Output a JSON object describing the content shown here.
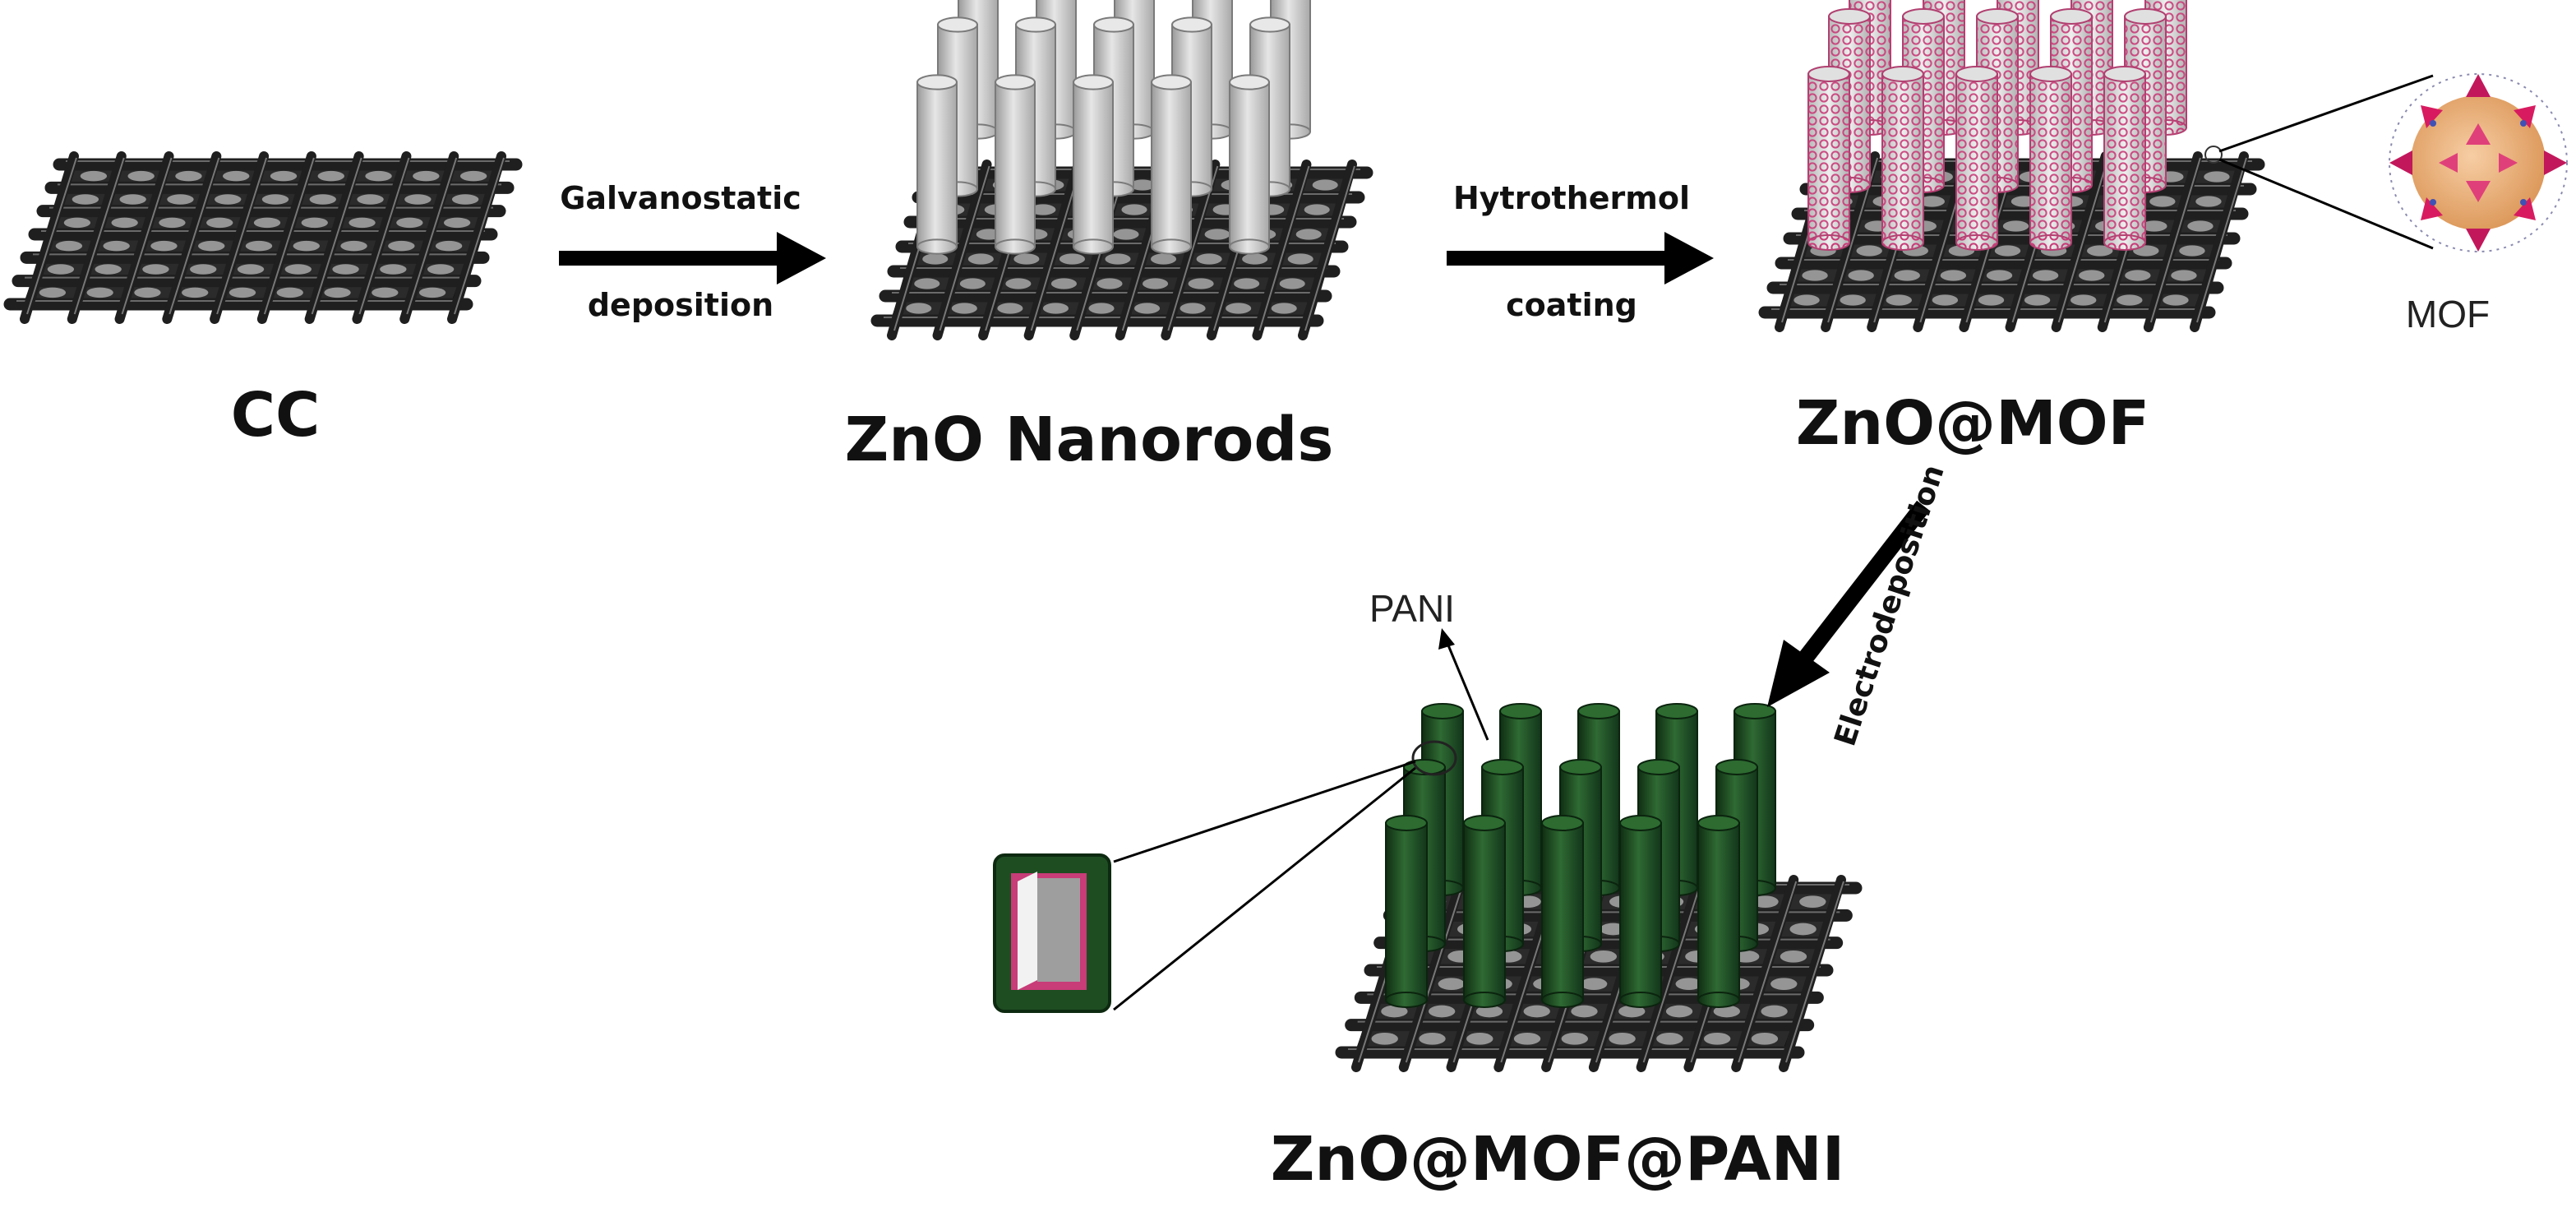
{
  "stages": {
    "cc": {
      "label": "CC"
    },
    "zno": {
      "label": "ZnO Nanorods"
    },
    "zno_mof": {
      "label": "ZnO@MOF"
    },
    "zno_mof_pani": {
      "label": "ZnO@MOF@PANI"
    }
  },
  "steps": {
    "step1": {
      "line1": "Galvanostatic",
      "line2": "deposition"
    },
    "step2": {
      "line1": "Hytrothermol",
      "line2": "coating"
    },
    "step3": {
      "label": "Electrodeposition"
    }
  },
  "callouts": {
    "mof": "MOF",
    "pani": "PANI"
  },
  "colors": {
    "carbon_cloth": "#1f1f1f",
    "zno_rod": "#cfcfcf",
    "mof_coating": "#c83c78",
    "pani_shell": "#1e4d22",
    "arrow": "#000000"
  }
}
